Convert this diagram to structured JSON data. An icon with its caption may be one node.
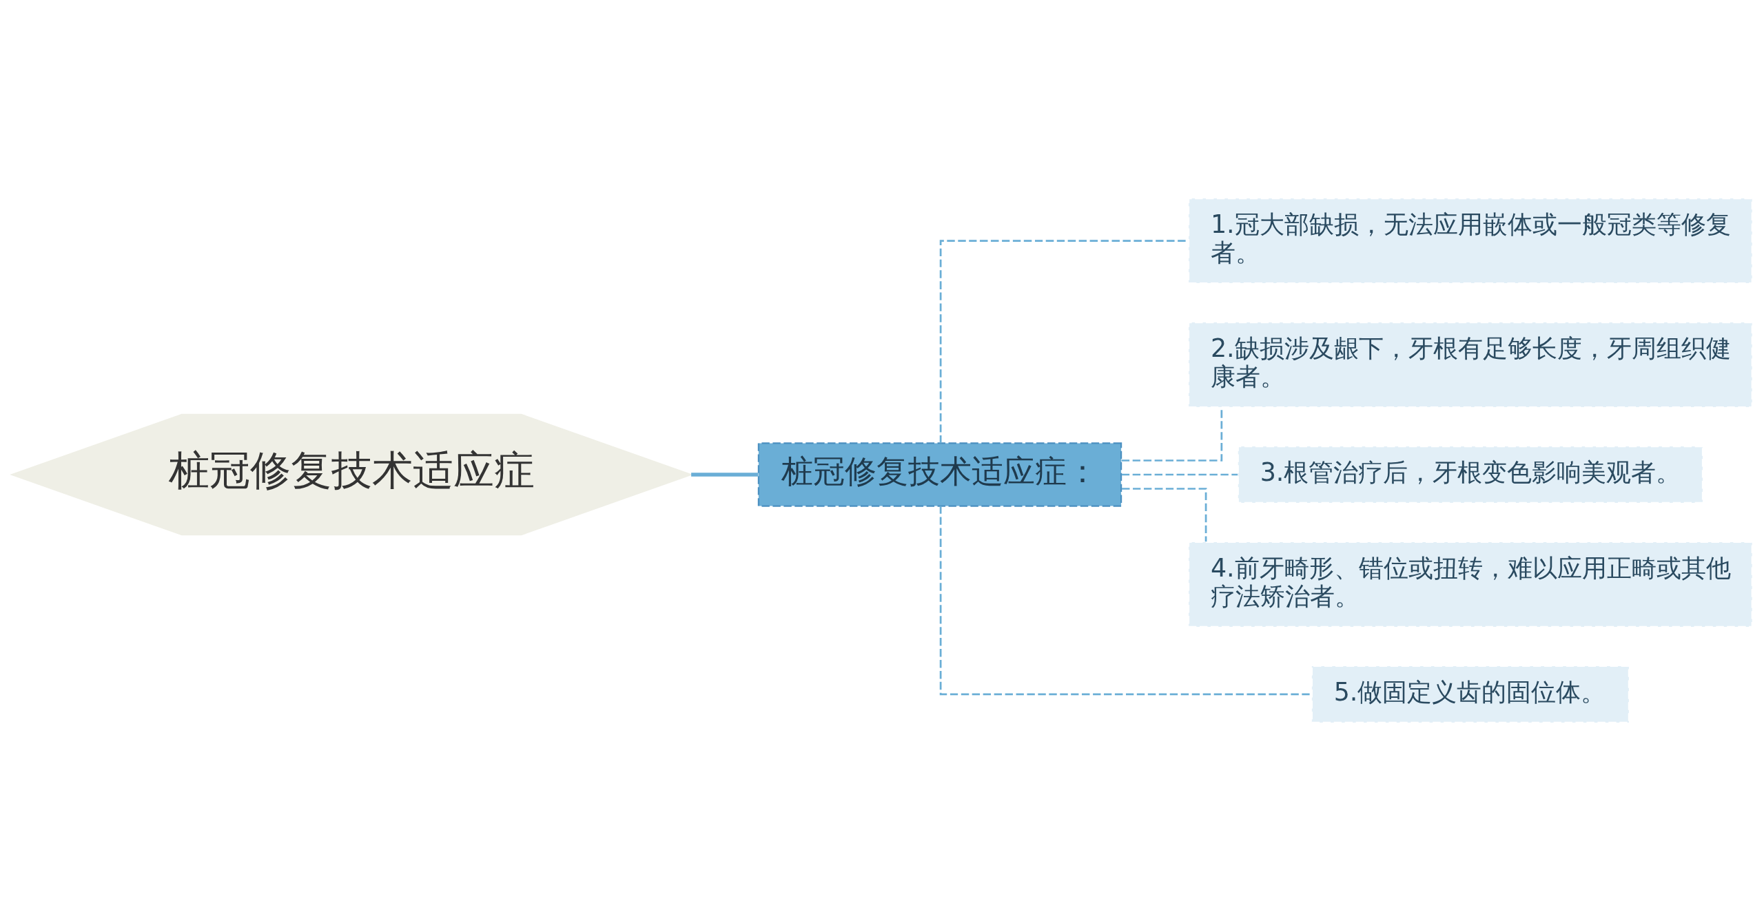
{
  "diagram": {
    "nodes": [
      {
        "text": [
          "桩冠修复技术适应症"
        ]
      },
      {
        "text": [
          "桩冠修复技术适应症："
        ]
      },
      {
        "text": [
          "1.冠大部缺损，无法应用嵌体或一般冠类等修复者。"
        ]
      },
      {
        "text": [
          "2.缺损涉及龈下，牙根有足够长度，牙周组织健康者。"
        ]
      },
      {
        "text": [
          "3.根管治疗后，牙根变色影响美观者。"
        ]
      },
      {
        "text": [
          "4.前牙畸形、错位或扭转，难以应用正畸或其他疗法矫治者。"
        ]
      },
      {
        "text": [
          "5.做固定义齿的固位体。"
        ]
      }
    ],
    "edges": [
      {
        "from": 0,
        "to": 1,
        "arrow": "none"
      },
      {
        "from": 1,
        "to": 2,
        "arrow": "none",
        "style": "dashed"
      },
      {
        "from": 1,
        "to": 3,
        "arrow": "none",
        "style": "dashed"
      },
      {
        "from": 1,
        "to": 4,
        "arrow": "none",
        "style": "dashed"
      },
      {
        "from": 1,
        "to": 5,
        "arrow": "none",
        "style": "dashed"
      },
      {
        "from": 1,
        "to": 6,
        "arrow": "none",
        "style": "dashed"
      }
    ]
  }
}
